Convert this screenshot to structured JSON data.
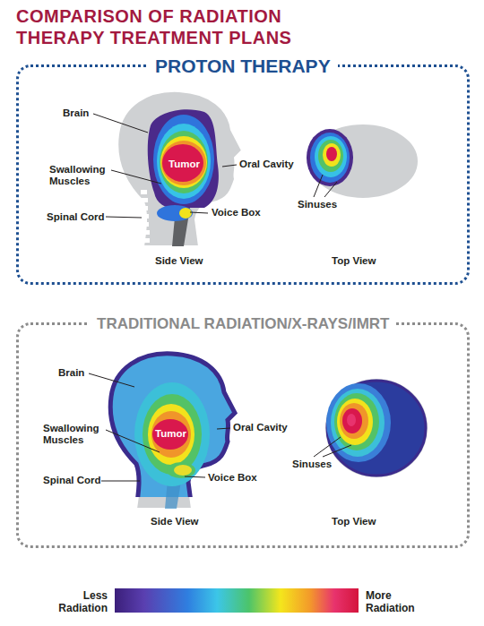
{
  "diagram": {
    "title": "COMPARISON OF RADIATION THERAPY TREATMENT PLANS",
    "nodes": [
      {
        "text": [
          "PROTON THERAPY"
        ]
      },
      {
        "text": [
          "TRADITIONAL RADIATION/X-RAYS/IMRT"
        ]
      }
    ],
    "labels": [
      "Brain",
      "Swallowing Muscles",
      "Spinal Cord",
      "Tumor",
      "Oral Cavity",
      "Voice Box",
      "Sinuses",
      "Side View",
      "Top View",
      "Brain",
      "Swallowing Muscles",
      "Spinal Cord",
      "Tumor",
      "Oral Cavity",
      "Voice Box",
      "Sinuses",
      "Side View",
      "Top View",
      "Less Radiation",
      "More Radiation"
    ]
  }
}
